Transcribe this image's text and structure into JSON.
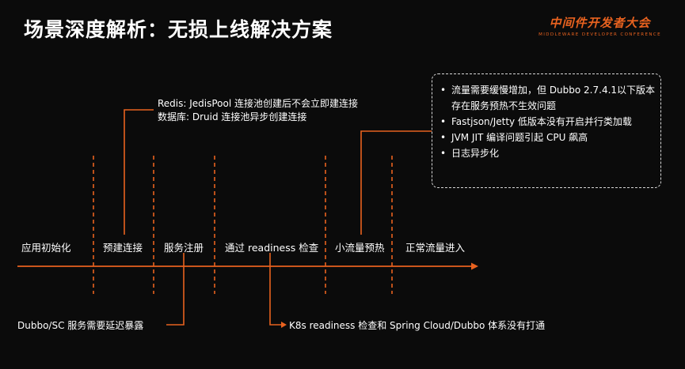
{
  "title": "场景深度解析：无损上线解决方案",
  "brand": {
    "name_cn": "中间件开发者大会",
    "name_en": "MIDDLEWARE DEVELOPER CONFERENCE"
  },
  "stages": [
    "应用初始化",
    "预建连接",
    "服务注册",
    "通过 readiness 检查",
    "小流量预热",
    "正常流量进入"
  ],
  "notes": {
    "preconnect_line1": "Redis: JedisPool 连接池创建后不会立即建连接",
    "preconnect_line2": "数据库: Druid 连接池异步创建连接",
    "register": "Dubbo/SC 服务需要延迟暴露",
    "readiness": "K8s readiness 检查和 Spring Cloud/Dubbo 体系没有打通"
  },
  "warmup_box": {
    "items": [
      "流量需要缓慢增加，但 Dubbo 2.7.4.1以下版本存在服务预热不生效问题",
      "Fastjson/Jetty 低版本没有开启并行类加载",
      "JVM JIT 编译问题引起 CPU 飙高",
      "日志异步化"
    ]
  },
  "colors": {
    "accent": "#e8621f",
    "background": "#0b0b0b",
    "text": "#ffffff"
  }
}
